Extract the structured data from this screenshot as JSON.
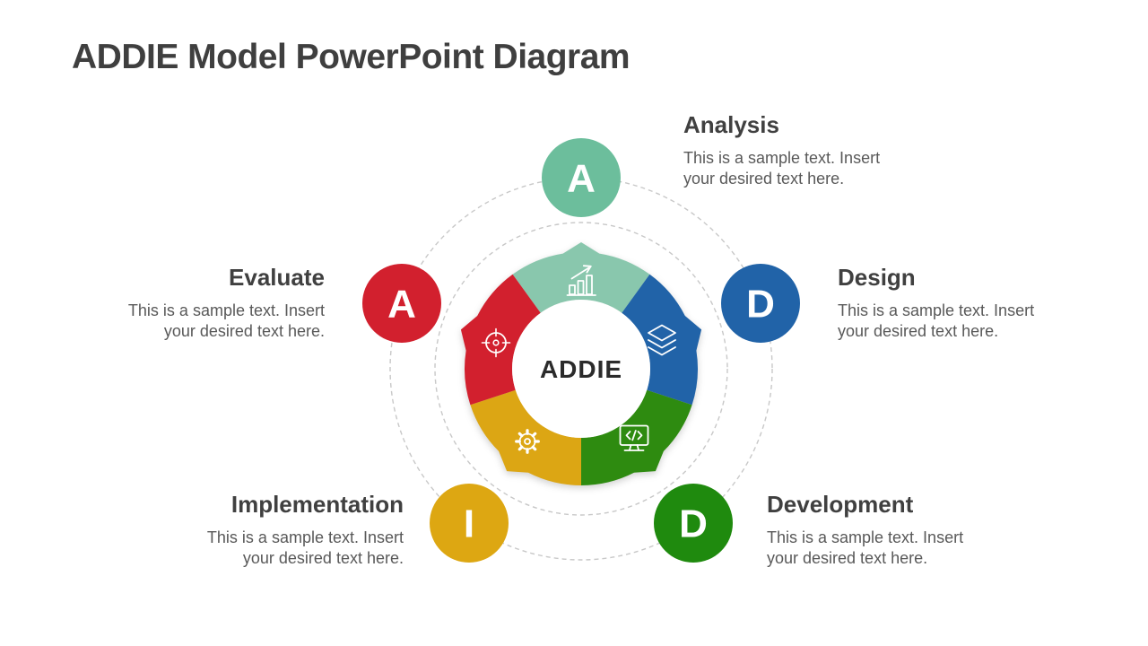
{
  "page": {
    "title": "ADDIE Model PowerPoint Diagram",
    "background_color": "#FFFFFF",
    "title_color": "#3F3F3F"
  },
  "diagram": {
    "center_label": "ADDIE",
    "center_text_color": "#2B2B2B",
    "orbit_color": "#C8C8C8",
    "heading_color": "#404040",
    "body_color": "#595959",
    "segments": [
      {
        "id": "analysis",
        "letter": "A",
        "title": "Analysis",
        "description": "This is a sample text. Insert your desired text here.",
        "petal_color": "#89C7AD",
        "badge_color": "#6CBE9C",
        "icon": "bar-chart-icon"
      },
      {
        "id": "design",
        "letter": "D",
        "title": "Design",
        "description": "This is a sample text. Insert your desired text here.",
        "petal_color": "#2163A8",
        "badge_color": "#2163A8",
        "icon": "layers-icon"
      },
      {
        "id": "development",
        "letter": "D",
        "title": "Development",
        "description": "This is a sample text. Insert your desired text here.",
        "petal_color": "#2E8B10",
        "badge_color": "#1F8A0E",
        "icon": "monitor-code-icon"
      },
      {
        "id": "implementation",
        "letter": "I",
        "title": "Implementation",
        "description": "This is a sample text. Insert your desired text here.",
        "petal_color": "#DCA614",
        "badge_color": "#DDA712",
        "icon": "gear-icon"
      },
      {
        "id": "evaluate",
        "letter": "A",
        "title": "Evaluate",
        "description": "This is a sample text. Insert your desired text here.",
        "petal_color": "#D2202E",
        "badge_color": "#D2202E",
        "icon": "target-icon"
      }
    ]
  }
}
